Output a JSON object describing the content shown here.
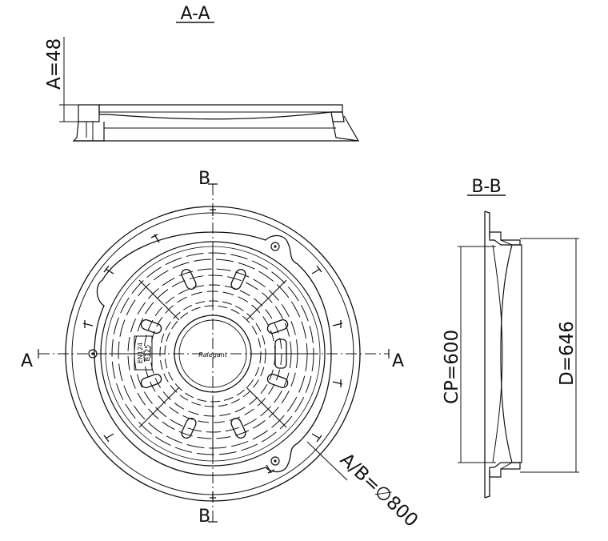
{
  "sections": {
    "aa": {
      "title": "A-A",
      "dim": "A=48"
    },
    "bb": {
      "title": "B-B",
      "dim_cp": "CP=600",
      "dim_d": "D=646"
    }
  },
  "plan": {
    "axis_a": "A",
    "axis_b": "B",
    "diameter": "A/B=∅800",
    "cover_text": "Ralegant",
    "norm_1": "EN124",
    "norm_2": "B125"
  }
}
